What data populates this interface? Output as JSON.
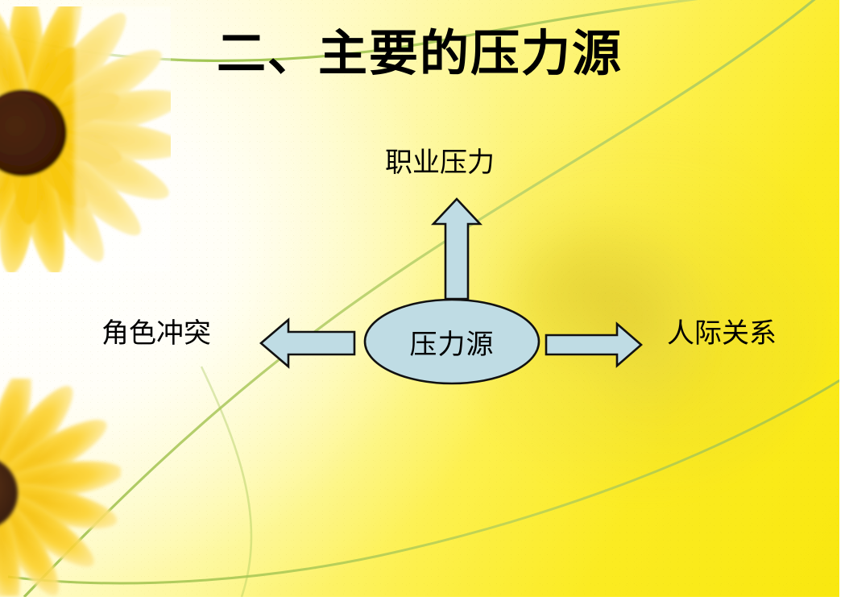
{
  "slide": {
    "title": "二、主要的压力源",
    "background": {
      "style": "sunflower-yellow-gradient",
      "light_color": "#fffdf2",
      "accent_color": "#fbeb22",
      "curve_color": "#9ec24a"
    }
  },
  "diagram": {
    "type": "radial-concept-map",
    "center": {
      "label": "压力源",
      "fill_color": "#bfdce4",
      "stroke_color": "#000000"
    },
    "branches": [
      {
        "id": "top",
        "label": "职业压力",
        "direction": "up",
        "arrow_fill": "#bfdce4",
        "arrow_stroke": "#000000"
      },
      {
        "id": "left",
        "label": "角色冲突",
        "direction": "left",
        "arrow_fill": "#bfdce4",
        "arrow_stroke": "#000000"
      },
      {
        "id": "right",
        "label": "人际关系",
        "direction": "right",
        "arrow_fill": "#bfdce4",
        "arrow_stroke": "#000000"
      }
    ]
  },
  "decorations": {
    "sunflower_top": "sunflower-image",
    "sunflower_bottom": "sunflower-image",
    "rose_watermark": "rose-watermark",
    "green_curve_upper": "green-curve",
    "green_curve_sweep": "green-curve"
  }
}
